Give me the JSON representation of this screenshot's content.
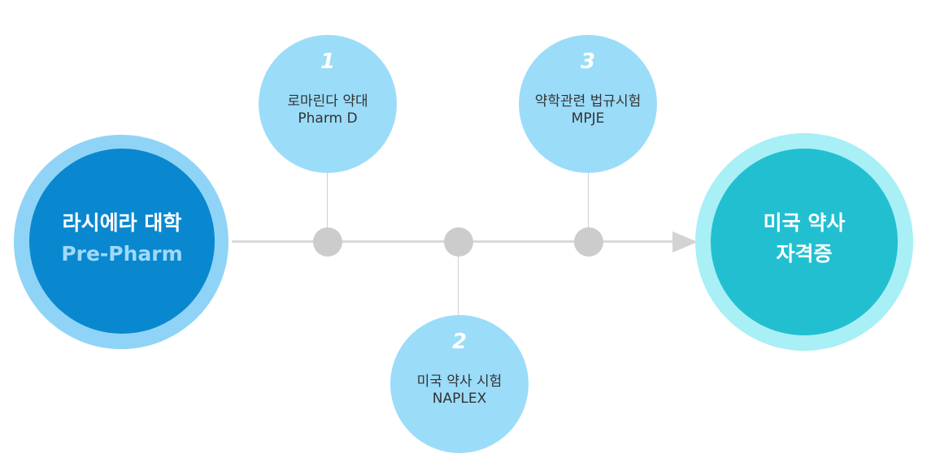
{
  "start": {
    "title": "라시에라 대학",
    "subtitle": "Pre-Pharm"
  },
  "end": {
    "line1": "미국 약사",
    "line2": "자격증"
  },
  "steps": [
    {
      "number": "1",
      "label": "로마린다 약대",
      "sublabel": "Pharm D"
    },
    {
      "number": "2",
      "label": "미국 약사 시험",
      "sublabel": "NAPLEX"
    },
    {
      "number": "3",
      "label": "약학관련 법규시험",
      "sublabel": "MPJE"
    }
  ],
  "colors": {
    "start_ring": "#8fd4f7",
    "start_fill": "#0a88cf",
    "end_ring": "#a8eff6",
    "end_fill": "#22bfd1",
    "step_fill": "#9bdcf9",
    "connector": "#cccccc"
  }
}
